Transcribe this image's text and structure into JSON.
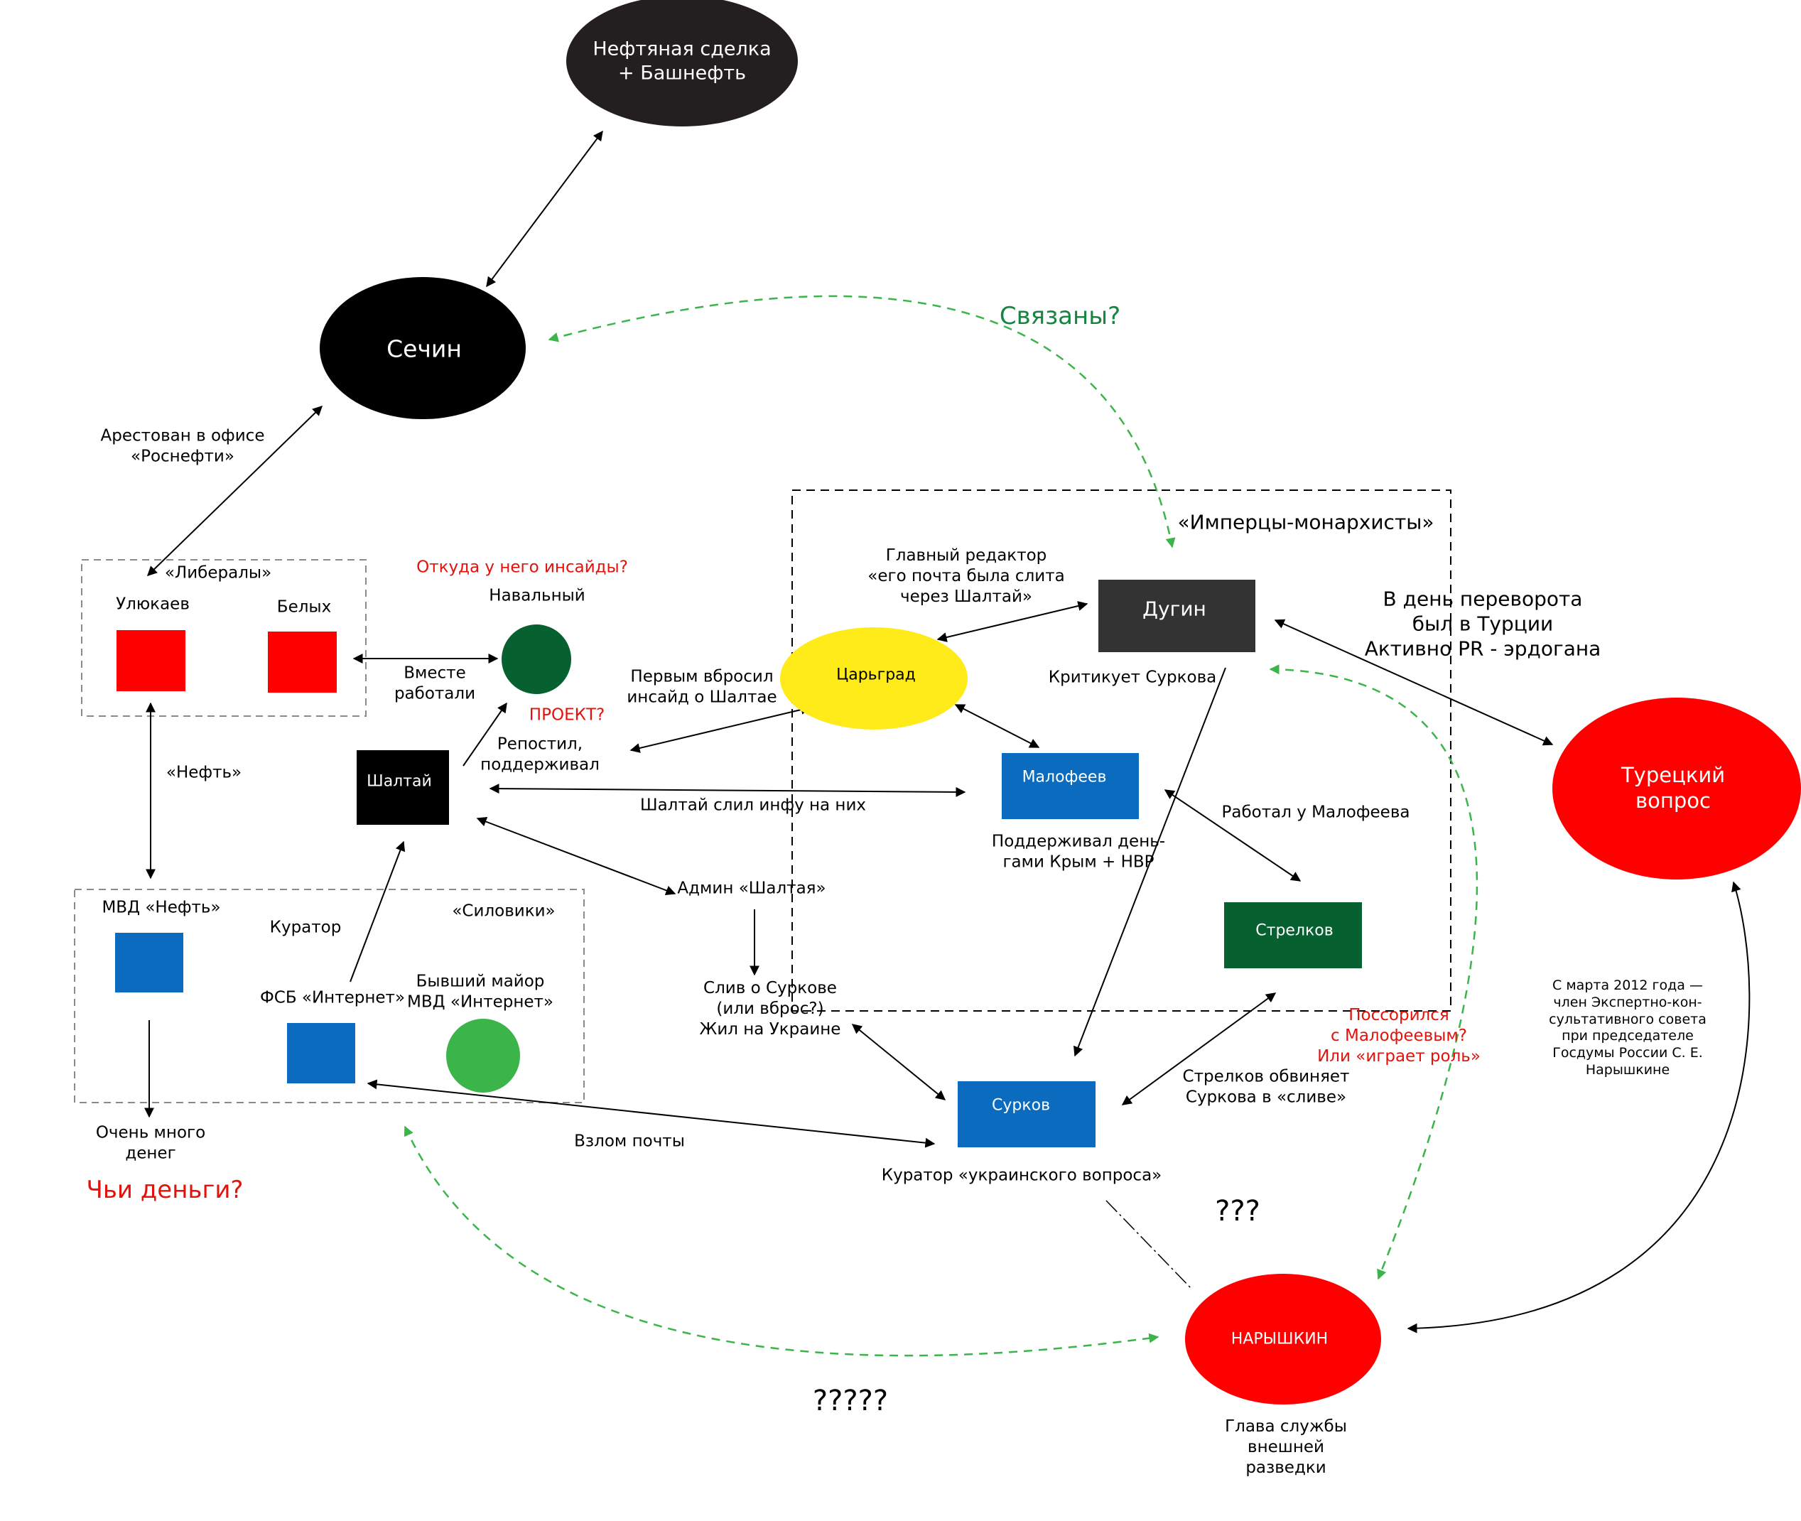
{
  "colors": {
    "black": "#000000",
    "dark_gray": "#333333",
    "red": "#ff0000",
    "label_red": "#e3120b",
    "blue": "#0b6cbf",
    "dark_green": "#06602f",
    "green": "#3bb44a",
    "yellow": "#ffea1a",
    "dashed_green": "#3bb44a",
    "group_border": "#8a8a8a"
  },
  "nodes": {
    "oil_deal": "Нефтяная сделка\n+ Башнефть",
    "sechin": "Сечин",
    "ulyukaev": "Улюкаев",
    "belykh": "Белых",
    "navalny": "Навальный",
    "shaltai": "Шалтай",
    "tsargrad": "Царьград",
    "dugin": "Дугин",
    "malofeev": "Малофеев",
    "strelkov": "Стрелков",
    "surkov": "Сурков",
    "turkish": "Турецкий\nвопрос",
    "naryshkin": "НАРЫШКИН",
    "mvd_oil": "МВД «Нефть»",
    "fsb_internet": "ФСБ «Интернет»",
    "ex_major": "Бывший майор\nМВД «Интернет»",
    "curator": "Куратор"
  },
  "groups": {
    "liberals": "«Либералы»",
    "siloviki": "«Силовики»",
    "imperialists": "«Имперцы-монархисты»"
  },
  "labels": {
    "svyazany": "Связаны?",
    "arrested": "Арестован в офисе\n«Роснефти»",
    "neft": "«Нефть»",
    "worked_together": "Вместе\nработали",
    "insides_q": "Откуда у него инсайды?",
    "project_q": "ПРОЕКТ?",
    "reposted": "Репостил,\nподдерживал",
    "first_leak": "Первым вбросил\nинсайд о Шалтае",
    "chief_editor": "Главный редактор\n«его почта была слита\nчерез  Шалтай»",
    "criticizes": "Критикует Суркова",
    "coup_day": "В день переворота\nбыл в Турции\nАктивно PR - эрдогана",
    "shaltai_leaked": "Шалтай слил инфу на них",
    "supported_money": "Поддерживал день-\nгами Крым + НВР",
    "worked_for_malofeev": "Работал у Малофеева",
    "admin": "Админ «Шалтая»",
    "leak_surkov": "Слив о Суркове\n(или вброс?)\nЖил на Украине",
    "quarreled": "Поссорился\nс Малофеевым?\nИли «играет роль»",
    "strelkov_accuses": "Стрелков обвиняет\nСуркова в «сливе»",
    "mail_hack": "Взлом почты",
    "ukraine_curator": "Куратор «украинского вопроса»",
    "lots_of_money": "Очень много\nденег",
    "whose_money": "Чьи деньги?",
    "q3": "???",
    "q5": "?????",
    "march2012": "С марта 2012 года —\nчлен Экспертно-кон-\nсультативного совета\nпри председателе\nГосдумы России С. Е.\nНарышкине",
    "intel_head": "Глава службы\nвнешней\nразведки"
  }
}
